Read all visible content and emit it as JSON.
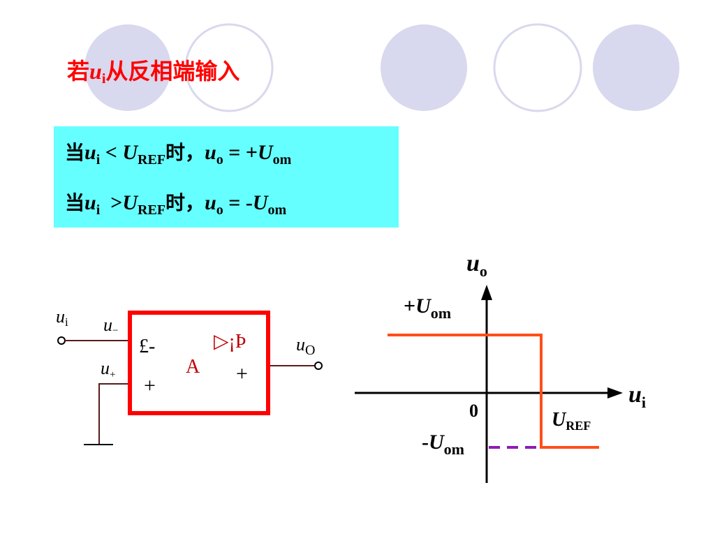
{
  "header": {
    "title_prefix": "若",
    "title_var": "u",
    "title_sub": "i",
    "title_suffix": "从反相端输入"
  },
  "conditions": [
    {
      "prefix": "当",
      "var": "u",
      "var_sub": "i",
      "relation": " < ",
      "ref": "U",
      "ref_sub": "REF",
      "when": "时，",
      "out": "u",
      "out_sub": "o",
      "eq": " = +",
      "res": "U",
      "res_sub": "om"
    },
    {
      "prefix": "当",
      "var": "u",
      "var_sub": "i",
      "relation": "  >",
      "ref": "U",
      "ref_sub": "REF",
      "when": "时，",
      "out": "u",
      "out_sub": "o",
      "eq": " = -",
      "res": "U",
      "res_sub": "om"
    }
  ],
  "circuit": {
    "input_label": "u",
    "input_sub": "i",
    "minus_label": "u",
    "minus_sub": "−",
    "plus_label": "u",
    "plus_sub": "+",
    "minus_pin": "£-",
    "plus_pin": "+",
    "triangle_label": "▷¡Þ",
    "amp_label": "A",
    "out_plus": "+",
    "output_label": "u",
    "output_sub": "O"
  },
  "graph": {
    "y_axis_var": "u",
    "y_axis_sub": "o",
    "x_axis_var": "u",
    "x_axis_sub": "i",
    "pos_sign": "+",
    "pos_var": "U",
    "pos_sub": "om",
    "neg_sign": "-",
    "neg_var": "U",
    "neg_sub": "om",
    "origin": "0",
    "ref_var": "U",
    "ref_sub": "REF"
  },
  "colors": {
    "title": "#ff0000",
    "box_bg": "#66ffff",
    "circle_fill": "#d8d8ee",
    "amp_border": "#ff0000",
    "wire": "#5a1a1a",
    "curve": "#ff4e1a",
    "dash": "#8e1bb4"
  }
}
